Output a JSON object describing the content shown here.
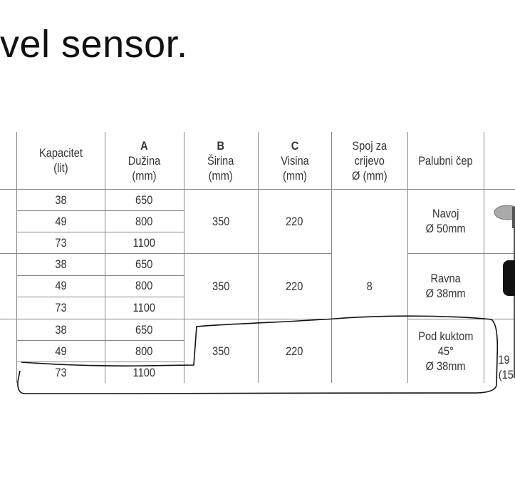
{
  "title": "vel sensor.",
  "table": {
    "headers": [
      {
        "line1": "Kapacitet",
        "line2": "(lit)",
        "line3": ""
      },
      {
        "line1": "A",
        "line2": "Dužina",
        "line3": "(mm)"
      },
      {
        "line1": "B",
        "line2": "Širina",
        "line3": "(mm)"
      },
      {
        "line1": "C",
        "line2": "Visina",
        "line3": "(mm)"
      },
      {
        "line1": "Spoj za",
        "line2": "crijevo",
        "line3": "Ø (mm)"
      },
      {
        "line1": "Palubni čep",
        "line2": "",
        "line3": ""
      }
    ],
    "groups": [
      {
        "rows": [
          {
            "kap": "38",
            "a": "650"
          },
          {
            "kap": "49",
            "a": "800"
          },
          {
            "kap": "73",
            "a": "1100"
          }
        ],
        "b": "350",
        "c": "220",
        "cep1": "Navoj",
        "cep2": "Ø 50mm",
        "cep3": ""
      },
      {
        "rows": [
          {
            "kap": "38",
            "a": "650"
          },
          {
            "kap": "49",
            "a": "800"
          },
          {
            "kap": "73",
            "a": "1100"
          }
        ],
        "b": "350",
        "c": "220",
        "cep1": "Ravna",
        "cep2": "Ø 38mm",
        "cep3": ""
      },
      {
        "rows": [
          {
            "kap": "38",
            "a": "650"
          },
          {
            "kap": "49",
            "a": "800"
          },
          {
            "kap": "73",
            "a": "1100"
          }
        ],
        "b": "350",
        "c": "220",
        "cep1": "Pod kuktom",
        "cep2": "45°",
        "cep3": "Ø 38mm"
      }
    ],
    "spoj": "8",
    "side_text1": "19",
    "side_text2": "(15"
  }
}
